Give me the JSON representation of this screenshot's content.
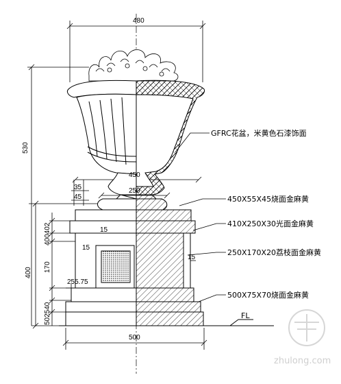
{
  "dims": {
    "top_width": "480",
    "total_height": "530",
    "cap_width": "450",
    "neck_width": "250",
    "step_a": "35",
    "step_b": "45",
    "pedestal_height": "400",
    "mid_height": "170",
    "left_chain": "400402",
    "offset_15_a": "15",
    "offset_15_b": "15",
    "offset_15_c": "15",
    "bottom_chain": "502540",
    "bottom_small": "255.75",
    "base_width": "500"
  },
  "notes": [
    "GFRC花盆，米黄色石漆饰面",
    "450X55X45烧面金麻黄",
    "410X250X30光面金麻黄",
    "250X170X20荔枝面金麻黄",
    "500X75X70烧面金麻黄"
  ],
  "level_mark": "FL",
  "watermark": "zhulong.com"
}
